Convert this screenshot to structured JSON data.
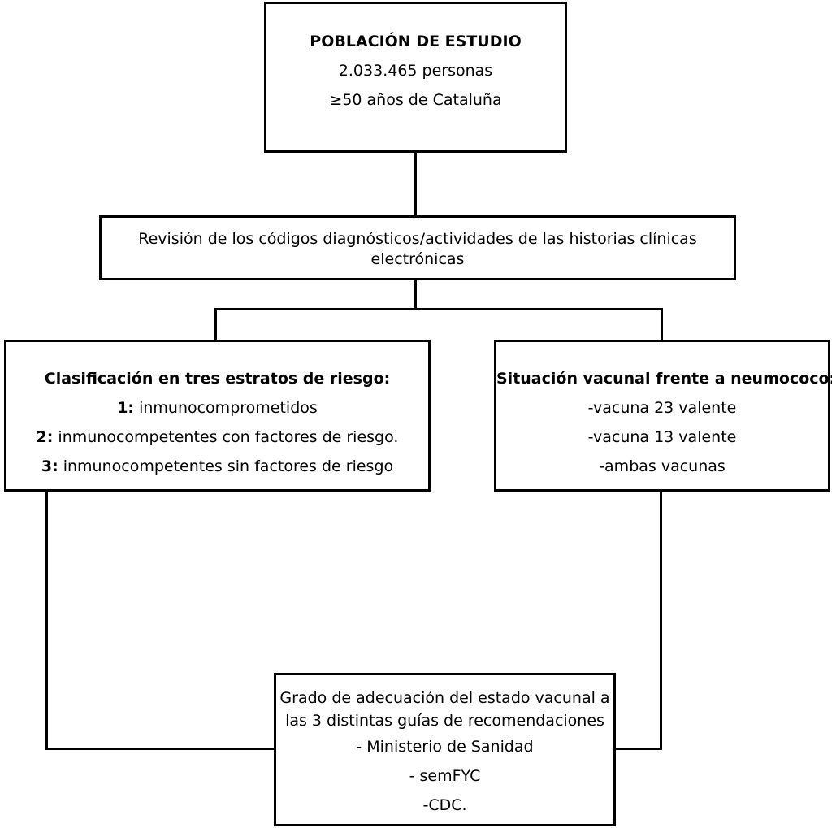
{
  "poblacion": {
    "title": "POBLACIÓN DE ESTUDIO",
    "line1": "2.033.465 personas",
    "line2": "≥50 años de Cataluña"
  },
  "revision": {
    "line1": "Revisión  de los códigos diagnósticos/actividades de las historias clínicas",
    "line2": "electrónicas"
  },
  "clasificacion": {
    "title": "Clasificación  en tres estratos de riesgo:",
    "items": [
      {
        "num": "1:",
        "text": " inmunocomprometidos"
      },
      {
        "num": "2:",
        "text": " inmunocompetentes con factores de riesgo."
      },
      {
        "num": "3:",
        "text": " inmunocompetentes sin factores de riesgo"
      }
    ]
  },
  "situacion": {
    "title": "Situación vacunal frente a neumococo:",
    "items": [
      "-vacuna 23 valente",
      "-vacuna 13 valente",
      "-ambas vacunas"
    ]
  },
  "grado": {
    "line1": "Grado de adecuación del estado vacunal a",
    "line2": "las 3 distintas guías de recomendaciones",
    "items": [
      "- Ministerio de Sanidad",
      "- semFYC",
      "-CDC."
    ]
  }
}
